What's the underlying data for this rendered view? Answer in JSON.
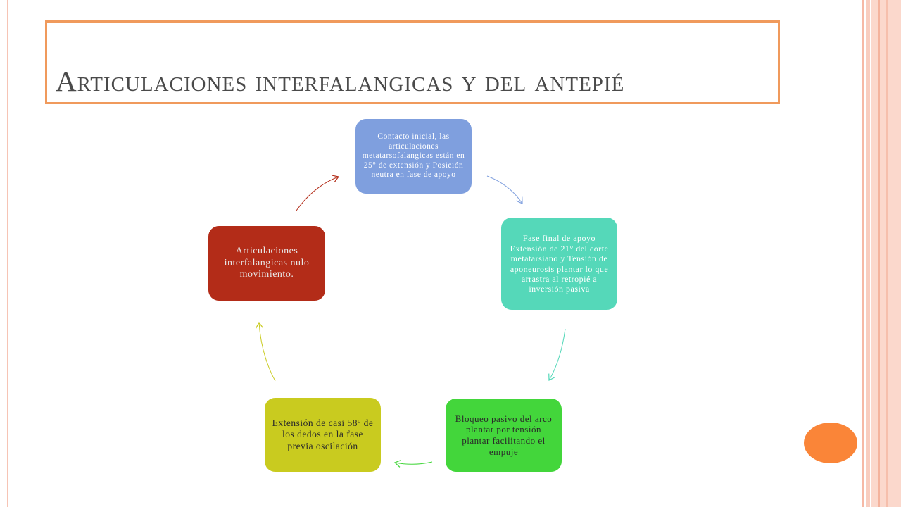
{
  "title": "Articulaciones interfalangicas y del antepié",
  "cycle": {
    "nodes": [
      {
        "text": "Contacto inicial, las articulaciones metatarsofalangicas están en 25° de extensión y Posición neutra en fase de apoyo",
        "color": "#7f9fde"
      },
      {
        "text": "Fase final de apoyo Extensión de 21° del corte metatarsiano y Tensión de aponeurosis plantar lo que arrastra al retropié a inversión pasiva",
        "color": "#55d8b9"
      },
      {
        "text": "Bloqueo pasivo del arco plantar por tensión plantar facilitando el empuje",
        "color": "#43d63b"
      },
      {
        "text": "Extensión de casi 58º de los dedos en la fase previa oscilación",
        "color": "#c9cb1f"
      },
      {
        "text": "Articulaciones interfalangicas nulo movimiento.",
        "color": "#b32c18"
      }
    ],
    "arrow_colors": [
      "#7f9fde",
      "#55d8b9",
      "#43d63b",
      "#c9cb1f",
      "#b32c18"
    ]
  },
  "theme": {
    "title_border": "#f09a5c",
    "accent_circle": "#fa8538"
  }
}
